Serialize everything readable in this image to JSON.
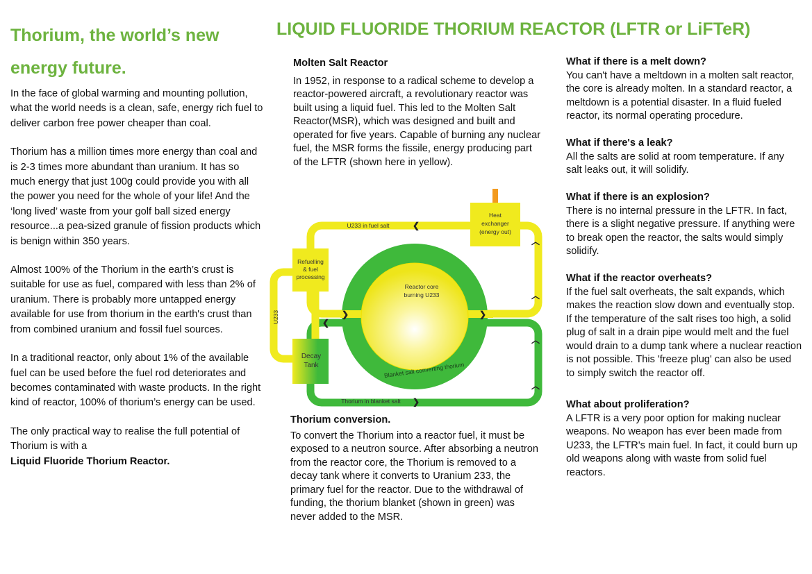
{
  "left": {
    "title": "Thorium, the world’s new energy future.",
    "paragraphs": [
      "In the face of global warming and mounting pollution, what the world needs is a clean, safe, energy rich fuel to deliver carbon free power cheaper than coal.",
      "Thorium has a million times more energy than coal and is 2-3 times more abundant than uranium. It has so much energy that just 100g could provide you with all the power you need for the whole of your life! And the ‘long lived’ waste from your golf ball sized energy resource...a pea-sized granule of fission products which is benign within 350 years.",
      "Almost 100% of the Thorium in the earth’s crust is suitable for use as fuel, compared with less than 2% of uranium. There is probably more untapped energy available for use from thorium in the earth's crust than from combined uranium and fossil fuel sources.",
      "In a traditional reactor, only about 1% of the available fuel can be used before the fuel rod deteriorates and becomes contaminated with waste products. In the right kind of reactor, 100% of thorium’s energy can be used."
    ],
    "closing": "The only practical way to realise the full potential of Thorium is with a",
    "closing_bold": "Liquid Fluoride Thorium Reactor."
  },
  "main_title": "LIQUID FLUORIDE THORIUM REACTOR (LFTR or LiFTeR)",
  "middle": {
    "msr_heading": "Molten Salt Reactor",
    "msr_text": "In 1952, in response to a radical scheme to develop a reactor-powered aircraft, a revolutionary reactor was built using a liquid fuel. This led to the Molten Salt Reactor(MSR), which was designed and built and operated for five years. Capable of burning any nuclear fuel, the MSR forms the fissile, energy producing part of the LFTR (shown here in yellow).",
    "conv_heading": "Thorium conversion.",
    "conv_text": "To convert the Thorium into a reactor fuel, it must be exposed to a neutron source. After absorbing a neutron from the reactor core, the Thorium is removed to a decay tank where it converts to Uranium 233, the primary fuel for the reactor. Due to the withdrawal of funding, the thorium blanket (shown in green) was never added to the MSR."
  },
  "diagram": {
    "heat_exchanger": [
      "Heat",
      "exchanger",
      "(energy out)"
    ],
    "u233_fuel_salt": "U233 in fuel salt",
    "refuelling": [
      "Refuelling",
      "& fuel",
      "processing"
    ],
    "core": [
      "Reactor core",
      "burning U233"
    ],
    "u233": "U233",
    "decay_tank": [
      "Decay",
      "Tank"
    ],
    "blanket": "Blanket salt converting thorium",
    "thorium_blanket_salt": "Thorium in blanket salt",
    "colors": {
      "fuel": "#f0ea1e",
      "blanket": "#3fb93b"
    }
  },
  "right": {
    "faq": [
      {
        "q": "What if there is a melt down?",
        "a": "You can't have a meltdown in a molten salt reactor, the core is already molten. In a standard reactor, a meltdown is a potential disaster. In a fluid fueled reactor, its normal operating procedure."
      },
      {
        "q": "What if there's a leak?",
        "a": "All the salts are solid at room temperature. If any salt leaks out, it will solidify."
      },
      {
        "q": "What if there is an explosion?",
        "a": "There is no internal pressure in the LFTR. In fact, there is a slight negative pressure. If anything were to break open the reactor, the salts would simply solidify."
      },
      {
        "q": "What if the reactor overheats?",
        "a": "If the fuel salt overheats, the salt expands, which makes the reaction slow down and eventually stop. If the temperature of the salt rises too high, a solid plug of salt in a drain pipe would melt and the fuel would drain to a dump tank where a nuclear reaction is not possible. This 'freeze plug' can also be used to simply switch the reactor off."
      },
      {
        "q": "What about proliferation?",
        "a": "A LFTR is a very poor option for making nuclear weapons. No weapon has ever been made from U233, the LFTR's main fuel. In fact, it could burn up old weapons along with waste from solid fuel reactors."
      }
    ]
  },
  "accent": "#6db33f"
}
